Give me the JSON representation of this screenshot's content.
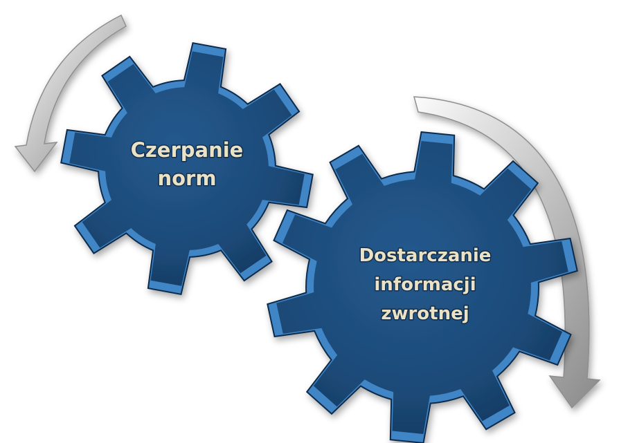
{
  "diagram": {
    "colors": {
      "gear_face": "#1f4f80",
      "gear_face_dark": "#123a63",
      "gear_rim": "#3f86c7",
      "gear_edge": "#0d2c4c",
      "label": "#e9e2c7",
      "arrow_light": "#f4f4f4",
      "arrow_mid": "#bdbdbd",
      "arrow_dark": "#7a7a7a"
    },
    "gears": [
      {
        "id": "gear-czerpanie-norm",
        "lines": [
          "Czerpanie",
          "norm"
        ],
        "teeth": 8
      },
      {
        "id": "gear-dostarczanie-informacji",
        "lines": [
          "Dostarczanie",
          "informacji",
          "zwrotnej"
        ],
        "teeth": 10
      }
    ],
    "arrows": [
      {
        "id": "arrow-top-left",
        "direction": "counter-clockwise"
      },
      {
        "id": "arrow-right",
        "direction": "clockwise"
      }
    ]
  }
}
